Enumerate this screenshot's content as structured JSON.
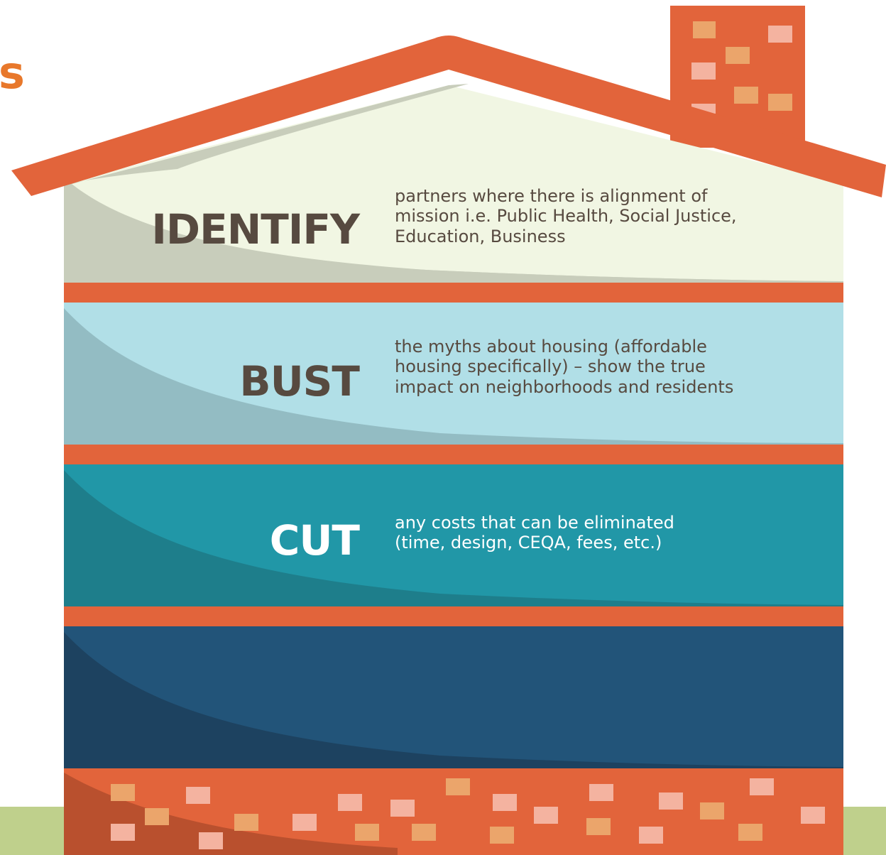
{
  "title_fragment": "s",
  "sections": [
    {
      "keyword": "IDENTIFY",
      "description": [
        "partners where there is alignment of",
        "mission i.e. Public Health, Social Justice,",
        "Education, Business"
      ],
      "color": "#f1f6e3"
    },
    {
      "keyword": "BUST",
      "description": [
        "the myths about housing (affordable",
        "housing specifically) – show the true",
        "impact on neighborhoods and residents"
      ],
      "color": "#b1dfe7"
    },
    {
      "keyword": "CUT",
      "description": [
        "any costs that can be eliminated",
        "(time, design, CEQA, fees, etc.)"
      ],
      "color": "#2197a7"
    },
    {
      "keyword": "",
      "description": [],
      "color": "#225479"
    }
  ],
  "colors": {
    "roof": "#e2643b",
    "brick_light": "#f4b3a0",
    "brick_gold": "#eba56b",
    "ground": "#bfd08c",
    "keyword_dark": "#574a40",
    "title_accent": "#e8782b"
  }
}
